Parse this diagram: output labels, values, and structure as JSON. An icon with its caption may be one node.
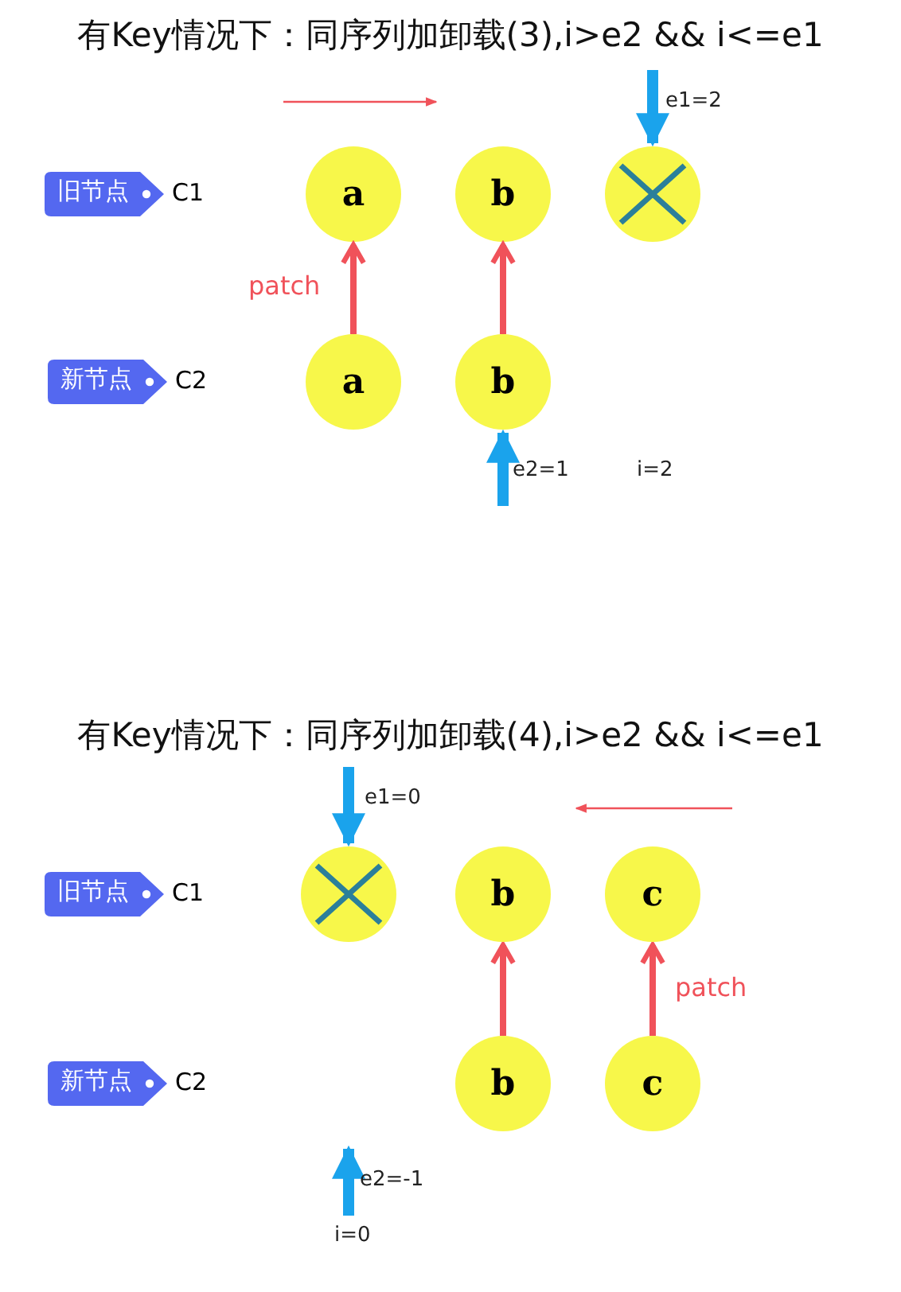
{
  "diagram": {
    "nodes": [
      {
        "text": [
          "旧节点"
        ],
        "beside": [
          "C1"
        ]
      },
      {
        "text": [
          "新节点"
        ],
        "beside": [
          "C2"
        ]
      },
      {
        "text": [
          "a"
        ]
      },
      {
        "text": [
          "b"
        ]
      },
      {
        "text": [],
        "shape": "circle"
      },
      {
        "text": [
          "a"
        ]
      },
      {
        "text": [
          "b"
        ]
      },
      {
        "text": [
          "旧节点"
        ],
        "beside": [
          "C1"
        ]
      },
      {
        "text": [
          "新节点"
        ],
        "beside": [
          "C2"
        ]
      },
      {
        "text": [],
        "shape": "circle"
      },
      {
        "text": [
          "b"
        ]
      },
      {
        "text": [
          "c"
        ]
      },
      {
        "text": [
          "b"
        ]
      },
      {
        "text": [
          "c"
        ]
      }
    ],
    "edges": [
      {
        "from": 5,
        "to": 2,
        "arrow": "to",
        "label": "patch"
      },
      {
        "from": 6,
        "to": 3,
        "arrow": "to"
      },
      {
        "from": null,
        "to": 4,
        "arrow": "to",
        "label": "e1=2",
        "color": "#1aa3ec"
      },
      {
        "from": null,
        "to": 6,
        "arrow": "to",
        "label": "e2=1",
        "color": "#1aa3ec"
      },
      {
        "from": 12,
        "to": 10,
        "arrow": "to"
      },
      {
        "from": 13,
        "to": 11,
        "arrow": "to",
        "label": "patch"
      },
      {
        "from": null,
        "to": 9,
        "arrow": "to",
        "label": "e1=0",
        "color": "#1aa3ec"
      }
    ],
    "labels": [
      "有Key情况下：同序列加卸载(3),i>e2 && i<=e1",
      "i=2",
      "有Key情况下：同序列加卸载(4),i>e2 && i<=e1",
      "e2=-1",
      "i=0"
    ]
  }
}
